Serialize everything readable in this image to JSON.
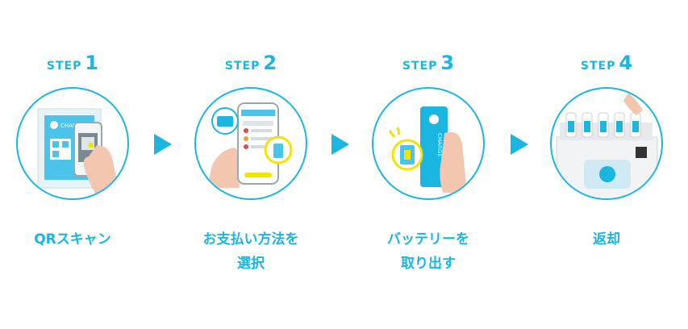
{
  "steps": [
    {
      "word": "STEP",
      "num": "1",
      "caption_lines": [
        "QRスキャン"
      ]
    },
    {
      "word": "STEP",
      "num": "2",
      "caption_lines": [
        "お支払い方法を",
        "選択"
      ]
    },
    {
      "word": "STEP",
      "num": "3",
      "caption_lines": [
        "バッテリーを",
        "取り出す"
      ]
    },
    {
      "word": "STEP",
      "num": "4",
      "caption_lines": [
        "返却"
      ]
    }
  ],
  "illustrations": {
    "step1_poster_text": "CHARGE",
    "step3_battery_text": "CHARGE"
  },
  "colors": {
    "accent": "#1ab6e0",
    "skin": "#f3c6b0",
    "yellow": "#f2e300"
  }
}
